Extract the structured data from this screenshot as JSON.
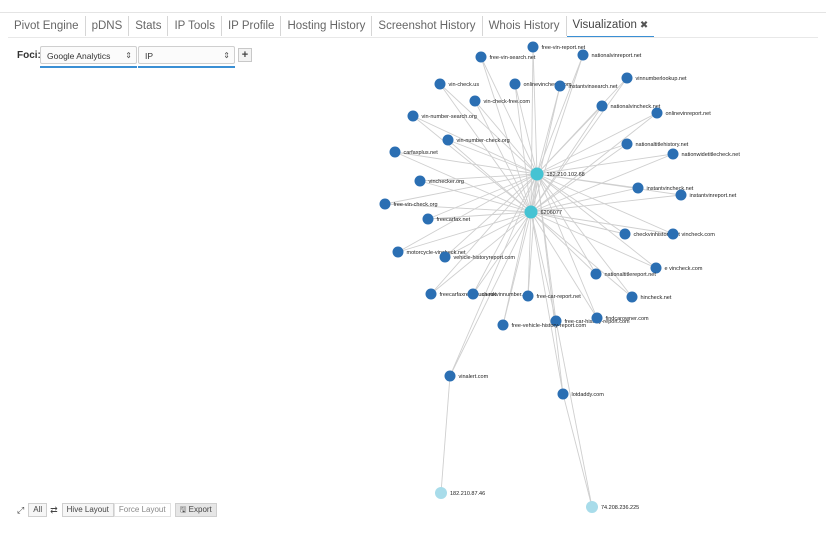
{
  "tabs": [
    {
      "label": "Pivot Engine",
      "active": false
    },
    {
      "label": "pDNS",
      "active": false
    },
    {
      "label": "Stats",
      "active": false
    },
    {
      "label": "IP Tools",
      "active": false
    },
    {
      "label": "IP Profile",
      "active": false
    },
    {
      "label": "Hosting History",
      "active": false
    },
    {
      "label": "Screenshot History",
      "active": false
    },
    {
      "label": "Whois History",
      "active": false
    },
    {
      "label": "Visualization",
      "active": true,
      "close_icon": "✖"
    }
  ],
  "foci": {
    "label": "Foci:",
    "select1_value": "Google Analytics",
    "select2_value": "IP",
    "add_button": "+"
  },
  "graph": {
    "hub_color": "#45c3d3",
    "ip_color": "#a8dcea",
    "domain_color": "#2b6fb3",
    "edge_color": "#cfcfcf",
    "hubs": [
      {
        "id": "182.210.102.68",
        "label": "182.210.102.68"
      },
      {
        "id": "6206077",
        "label": "6206077"
      }
    ],
    "ips": [
      {
        "id": "182.210.87.46",
        "label": "182.210.87.46"
      },
      {
        "id": "74.208.236.225",
        "label": "74.208.236.225"
      }
    ],
    "domains": [
      "free-vin-search.net",
      "free-vin-report.net",
      "nationalvinreport.net",
      "vinnumberlookup.net",
      "vin-check.us",
      "onlinevincheck.com",
      "instantvinsearch.net",
      "vin-check-free.com",
      "nationalvincheck.net",
      "onlinevinreport.net",
      "vin-number-search.org",
      "vin-number-check.org",
      "nationaltitlehistory.net",
      "nationwidetitlecheck.net",
      "carfaxplus.net",
      "vinchecker.org",
      "instantvincheck.net",
      "instantvinreport.net",
      "free-vin-check.org",
      "freecarfax.net",
      "checkvinhistory.net",
      "vincheck.com",
      "motorcycle-vincheck.net",
      "vehicle-historyreport.com",
      "e vincheck.com",
      "nationaltitlereport.net",
      "freecarfaxreportusa.net",
      "checkvinnumber.com",
      "free-car-report.net",
      "hincheck.net",
      "free-car-history-report.com",
      "findcarowner.com",
      "free-vehicle-history-report.com",
      "vinalert.com",
      "lotdaddy.com"
    ]
  },
  "bottom": {
    "all_label": "All",
    "hive_label": "Hive Layout",
    "force_label": "Force Layout",
    "export_label": "Export"
  }
}
